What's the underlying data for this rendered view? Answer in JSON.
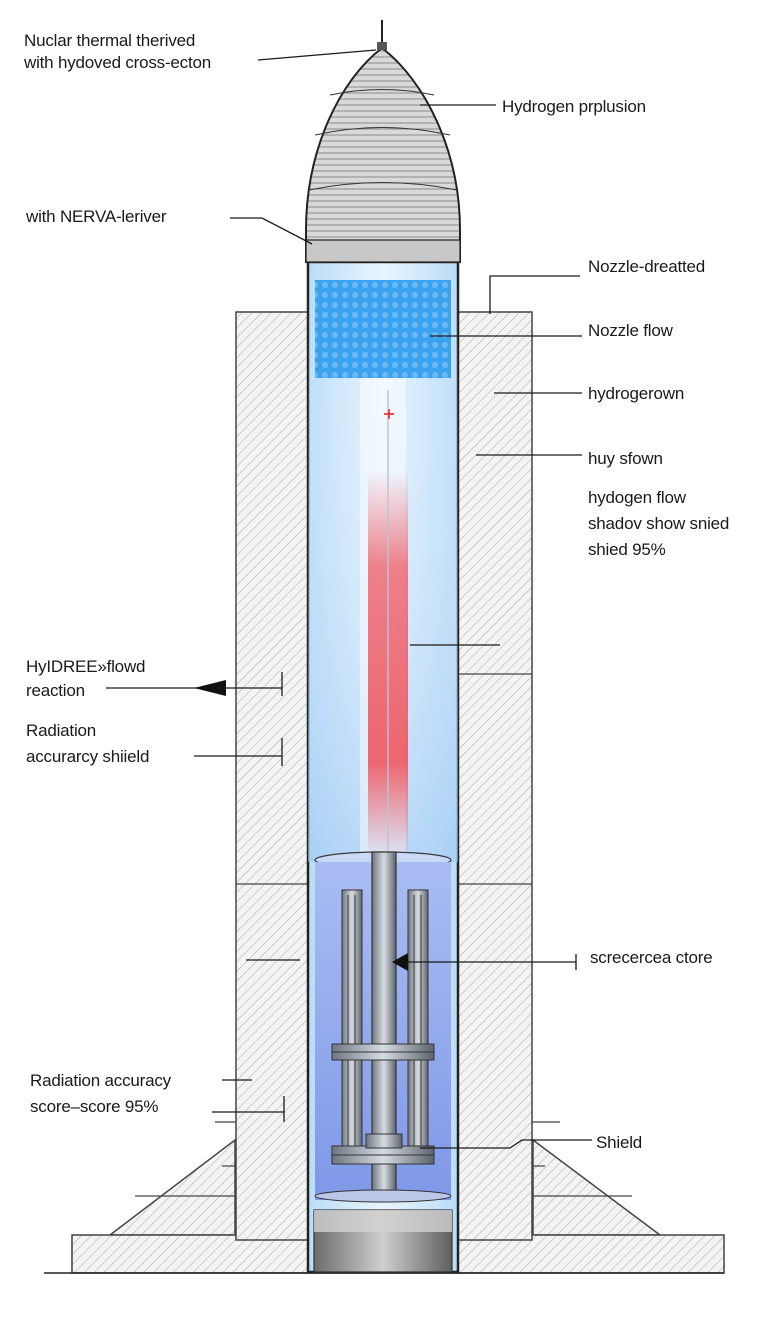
{
  "colors": {
    "ink": "#1a1a1a",
    "coolant_blue": "#3fa9f5",
    "chamber_blue": "#cfe6fb",
    "core_blue": "#8fa6ee",
    "reaction_red": "#ef4d57",
    "hatch_gray": "#9a9a9a"
  },
  "labels": {
    "title_line1": "Nuclar thermal therived",
    "title_line2": "with hydoved cross-ecton",
    "hydrogen_propulsion": "Hydrogen prplusion",
    "nerva": "with NERVA-leriver",
    "nozzle_dreatted": "Nozzle-dreatted",
    "nozzle_flow": "Nozzle flow",
    "hydrogerown": "hydrogerown",
    "huy_sfown": "huy sfown",
    "hydogen_flow": "hydogen flow",
    "shadow_show": "shadov show snied",
    "shied_95": "shied 95%",
    "hyl_line1": "HyIDREE»flowd",
    "hyl_line2": "reaction",
    "radiation_line1": "Radiation",
    "radiation_line2": "accurarcy shiield",
    "core_label": "screcercea ctore",
    "score_line1": "Radiation accuracy",
    "score_line2": "score–score 95%",
    "shield": "Shield"
  },
  "icons": {
    "leader_arrowhead": "triangle-arrow-icon",
    "center_marker": "red-cross-icon"
  }
}
